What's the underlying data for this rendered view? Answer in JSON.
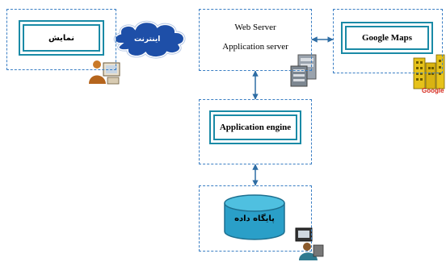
{
  "nodes": {
    "display": {
      "label": "نمایش"
    },
    "internet": {
      "label": "اینترنت"
    },
    "web_server": {
      "line1": "Web Server",
      "line2": "Application server"
    },
    "google_maps": {
      "label": "Google Maps"
    },
    "app_engine": {
      "label": "Application engine"
    },
    "database": {
      "label": "پایگاه داده"
    }
  },
  "logo": {
    "text": "Google"
  },
  "colors": {
    "dashed_border": "#3b7fc4",
    "box_border": "#1a8aa6",
    "cloud_fill": "#1e4fa8",
    "db_fill": "#2a9fc8",
    "arrow": "#2e6da4"
  }
}
